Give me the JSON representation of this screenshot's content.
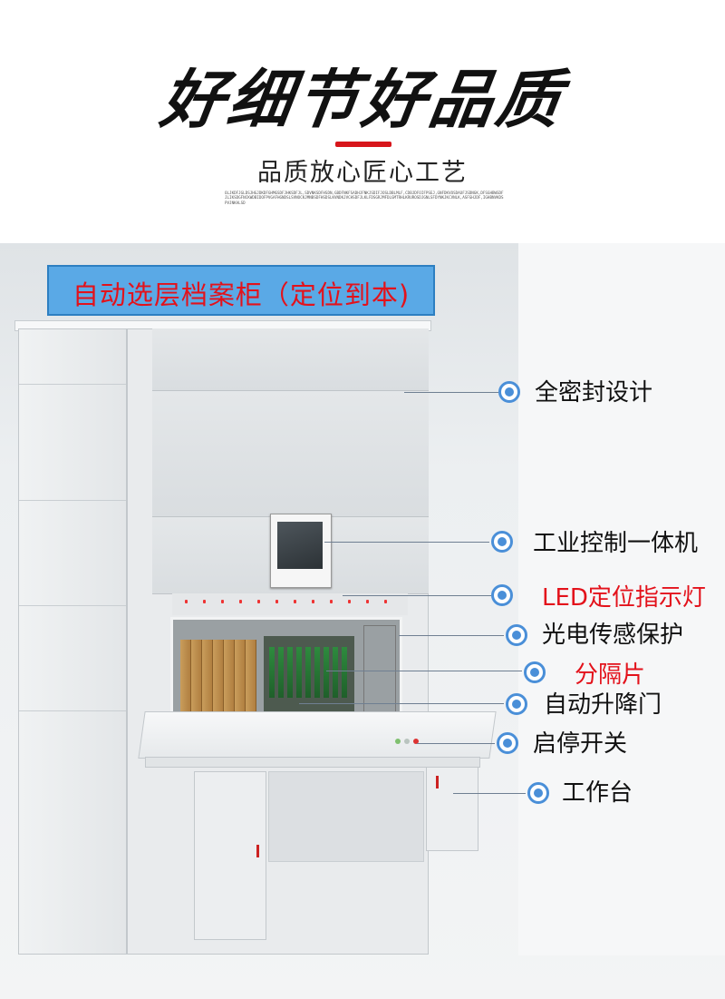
{
  "header": {
    "title": "好细节好品质",
    "subtitle": "品质放心匠心工艺",
    "filler_text": "OLJKDFJGLDSJHGJDKDFGHMGSDFJHKSDFJL,SDVNKSDFHSDN,GBDFNKFSADHJFNKJSDIFJOSLDBLMLF,CDBJDFOIFPSEJ,GNFDKVOSDAOFJSDNGK,DFSGHBWSDFJLIKSDGFNCKWDBIDOFPVGAFHGNDSLSVNOCKJMNBSDFHSDSLKVNDKJVCHSDFJLKLFDSGRJMFDLGMTRHLKRUROSDJGNLSFDYNKJKCVNLK,ASFGHJDF,IGHBNVKDSPVJNKALSD"
  },
  "banner": {
    "text": "自动选层档案柜（定位到本)"
  },
  "callouts": [
    {
      "label": "全密封设计",
      "color": "#111111"
    },
    {
      "label": "工业控制一体机",
      "color": "#111111"
    },
    {
      "label": "LED定位指示灯",
      "color": "#e3121b"
    },
    {
      "label": "光电传感保护",
      "color": "#111111"
    },
    {
      "label": "分隔片",
      "color": "#e3121b"
    },
    {
      "label": "自动升降门",
      "color": "#111111"
    },
    {
      "label": "启停开关",
      "color": "#111111"
    },
    {
      "label": "工作台",
      "color": "#111111"
    }
  ],
  "colors": {
    "accent_red": "#d7161b",
    "banner_blue": "#5aa9e6",
    "dot_blue": "#4a8fd8"
  }
}
